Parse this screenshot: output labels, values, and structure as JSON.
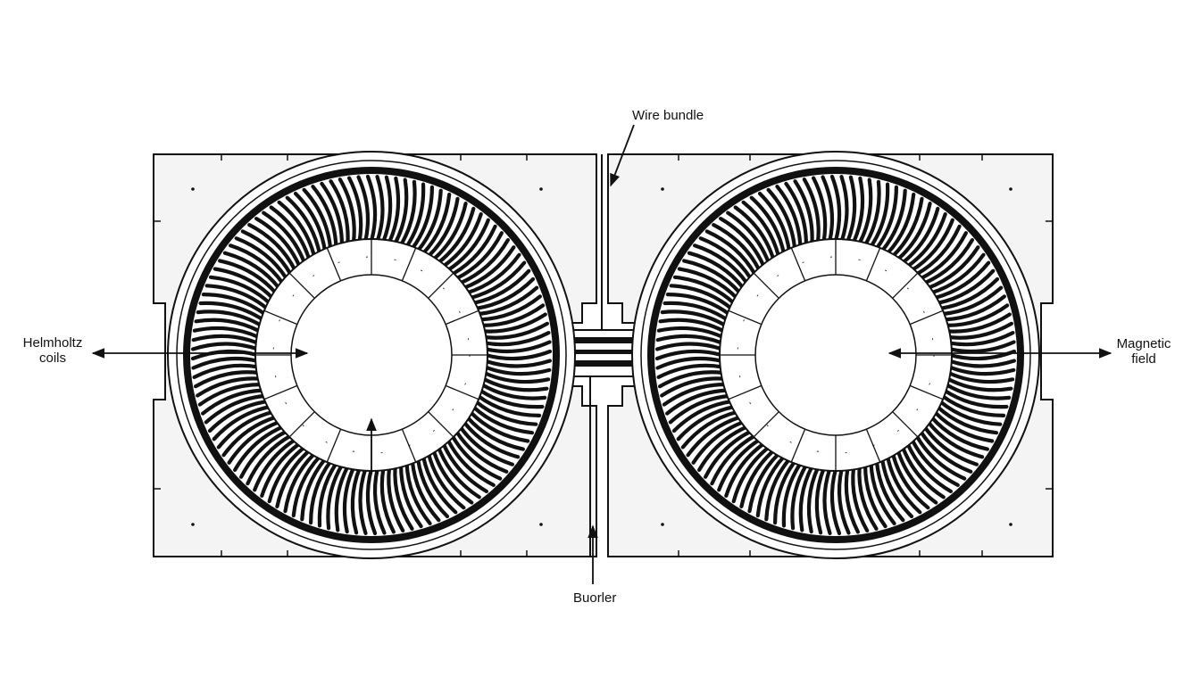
{
  "labels": {
    "helmholtz": {
      "line1": "Helmholtz",
      "line2": "coils"
    },
    "magnetic": {
      "line1": "Magnetic",
      "line2": "field"
    },
    "wire_bundle": "Wire bundle",
    "bottom": "Buorler"
  },
  "colors": {
    "ink": "#111111",
    "panel_fill": "#f4f4f4",
    "background": "#ffffff"
  }
}
